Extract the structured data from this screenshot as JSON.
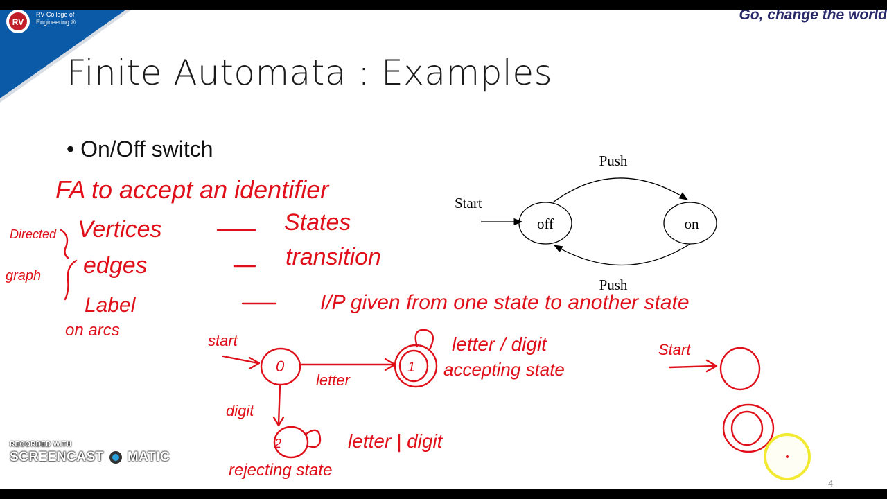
{
  "header": {
    "college_name": "RV College of\nEngineering ®",
    "logo_text": "RV",
    "tagline": "Go, change the world"
  },
  "slide": {
    "title": "Finite Automata : Examples",
    "bullet": "On/Off switch",
    "page_number": "4"
  },
  "switch_diagram": {
    "start_label": "Start",
    "state_off": "off",
    "state_on": "on",
    "edge_top": "Push",
    "edge_bottom": "Push"
  },
  "handwriting": {
    "heading": "FA to accept an identifier",
    "directed_graph": [
      "Directed",
      "graph"
    ],
    "left_terms": [
      "Vertices",
      "edges",
      "Label",
      "on arcs"
    ],
    "right_terms": [
      "States",
      "transition",
      "I/P given from one state to another state"
    ],
    "dfa_start": "start",
    "dfa_state0": "0",
    "dfa_state1": "1",
    "dfa_state2": "2",
    "edge_letter": "letter",
    "edge_digit": "digit",
    "loop1": "letter / digit",
    "accepting": "accepting state",
    "loop2": "letter | digit",
    "rejecting": "rejecting state",
    "legend_start": "Start"
  },
  "watermark": {
    "recorded": "RECORDED WITH",
    "brand_left": "SCREENCAST",
    "brand_right": "MATIC"
  },
  "colors": {
    "ink": "#e0101a",
    "corner_blue": "#0b5aa8",
    "tagline": "#2a2a6a",
    "cursor_highlight": "#f2ea30"
  }
}
